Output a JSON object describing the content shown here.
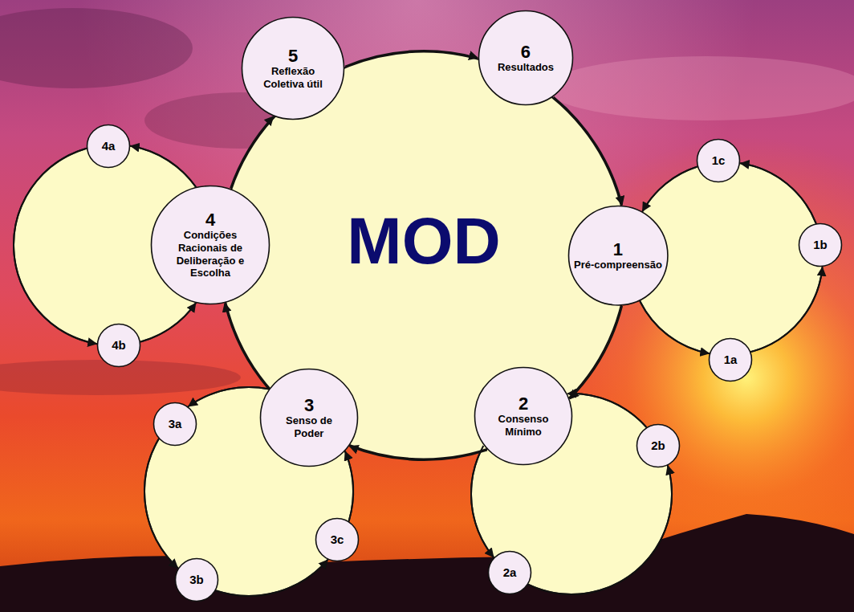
{
  "diagram": {
    "nodes": [
      {
        "text": [
          "MOD"
        ]
      },
      {
        "text": [
          "1",
          "Pré-compreensão"
        ]
      },
      {
        "text": [
          "1a"
        ]
      },
      {
        "text": [
          "1b"
        ]
      },
      {
        "text": [
          "1c"
        ]
      },
      {
        "text": [
          "2",
          "Consenso Mínimo"
        ]
      },
      {
        "text": [
          "2a"
        ]
      },
      {
        "text": [
          "2b"
        ]
      },
      {
        "text": [
          "3",
          "Senso de Poder"
        ]
      },
      {
        "text": [
          "3a"
        ]
      },
      {
        "text": [
          "3b"
        ]
      },
      {
        "text": [
          "3c"
        ]
      },
      {
        "text": [
          "4",
          "Condições Racionais de Deliberação e Escolha"
        ]
      },
      {
        "text": [
          "4a"
        ]
      },
      {
        "text": [
          "4b"
        ]
      },
      {
        "text": [
          "5",
          "Reflexão Coletiva útil"
        ]
      },
      {
        "text": [
          "6",
          "Resultados"
        ]
      }
    ],
    "edges": [
      {
        "from": 1,
        "to": 5,
        "arrow": "to"
      },
      {
        "from": 5,
        "to": 8,
        "arrow": "to"
      },
      {
        "from": 8,
        "to": 12,
        "arrow": "to"
      },
      {
        "from": 12,
        "to": 15,
        "arrow": "to"
      },
      {
        "from": 15,
        "to": 16,
        "arrow": "to"
      },
      {
        "from": 16,
        "to": 1,
        "arrow": "to"
      },
      {
        "from": 1,
        "to": 2,
        "arrow": "to"
      },
      {
        "from": 2,
        "to": 3,
        "arrow": "to"
      },
      {
        "from": 3,
        "to": 4,
        "arrow": "to"
      },
      {
        "from": 4,
        "to": 1,
        "arrow": "to"
      },
      {
        "from": 5,
        "to": 6,
        "arrow": "to"
      },
      {
        "from": 6,
        "to": 7,
        "arrow": "to"
      },
      {
        "from": 7,
        "to": 5,
        "arrow": "to"
      },
      {
        "from": 8,
        "to": 9,
        "arrow": "to"
      },
      {
        "from": 9,
        "to": 10,
        "arrow": "to"
      },
      {
        "from": 10,
        "to": 11,
        "arrow": "to"
      },
      {
        "from": 11,
        "to": 8,
        "arrow": "to"
      },
      {
        "from": 12,
        "to": 13,
        "arrow": "to"
      },
      {
        "from": 13,
        "to": 14,
        "arrow": "to"
      },
      {
        "from": 14,
        "to": 12,
        "arrow": "to"
      }
    ]
  }
}
